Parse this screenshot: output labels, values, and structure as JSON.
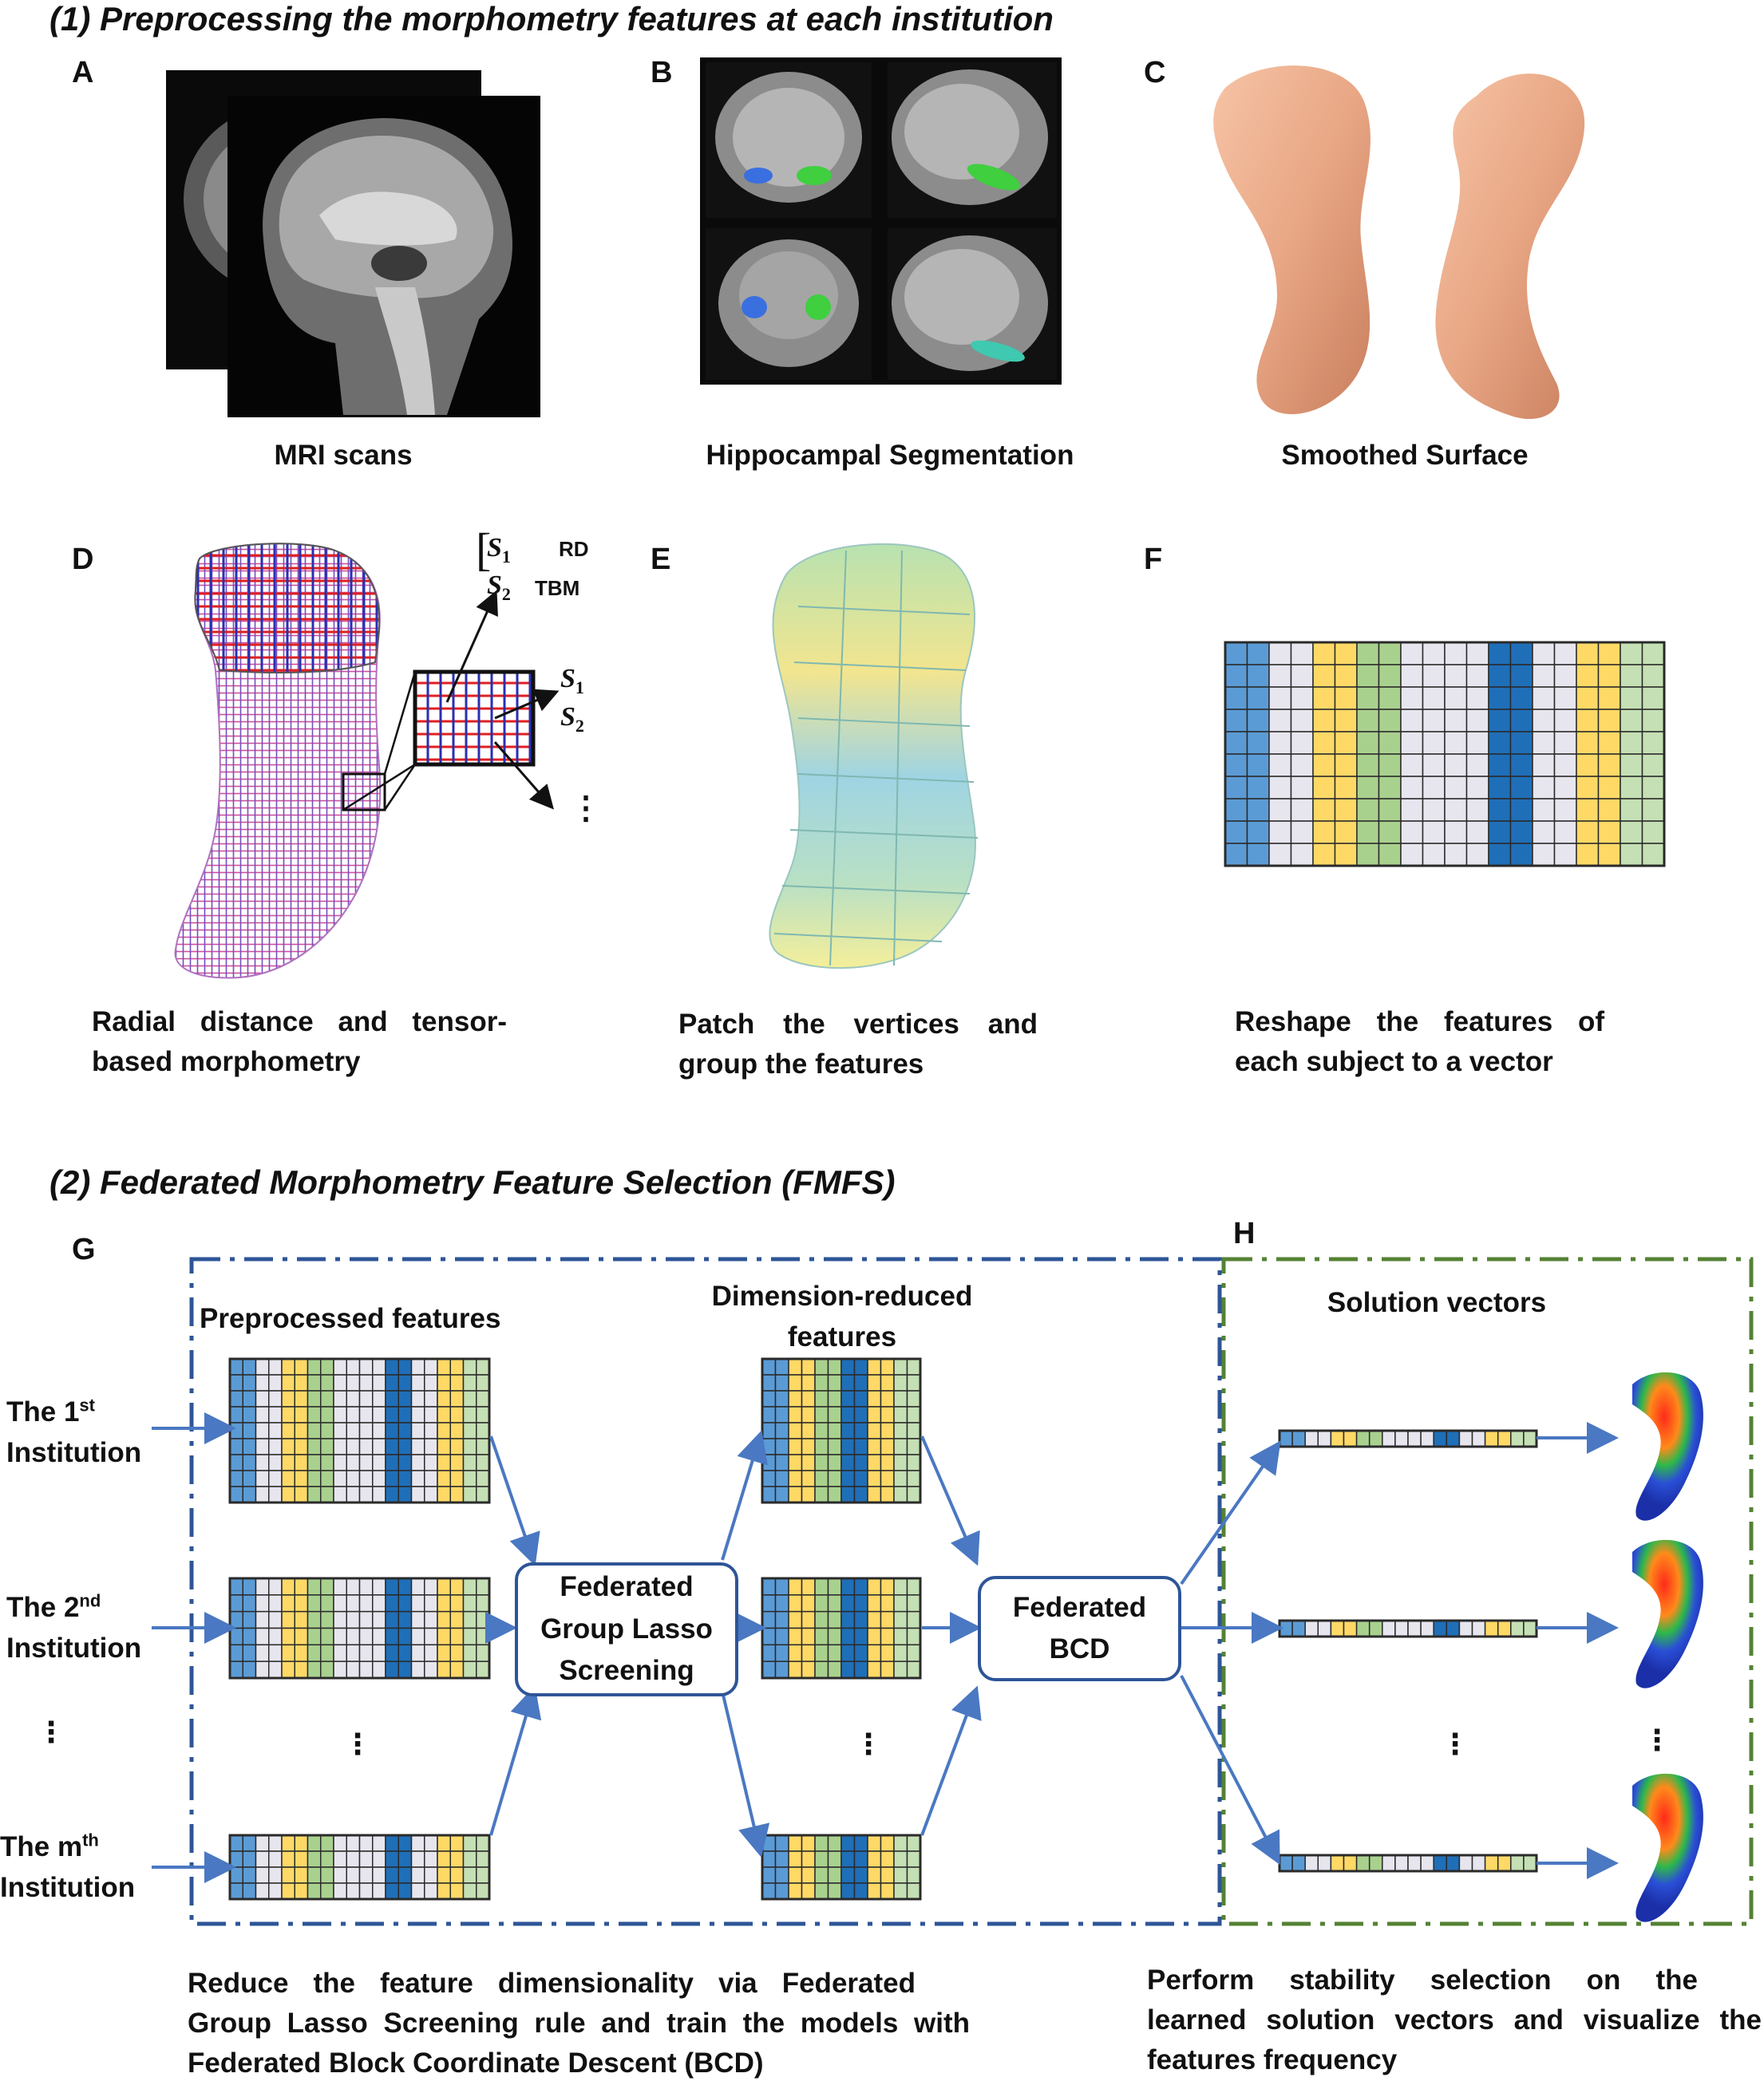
{
  "section1": {
    "title": "(1) Preprocessing the morphometry features at each institution",
    "panels": [
      {
        "letter": "A",
        "caption": "MRI scans"
      },
      {
        "letter": "B",
        "caption": "Hippocampal Segmentation"
      },
      {
        "letter": "C",
        "caption": "Smoothed Surface"
      },
      {
        "letter": "D",
        "caption_line1": "Radial distance and tensor-",
        "caption_line2": "based morphometry"
      },
      {
        "letter": "E",
        "caption_line1": "Patch the vertices and",
        "caption_line2": "group the features"
      },
      {
        "letter": "F",
        "caption_line1": "Reshape the features of",
        "caption_line2": "each subject to a vector"
      }
    ],
    "panel_d": {
      "s1": "S",
      "s1_sub": "1",
      "s2": "S",
      "s2_sub": "2",
      "rd": "RD",
      "tbm": "TBM",
      "dots": "⋮"
    }
  },
  "section2": {
    "title": "(2) Federated Morphometry Feature Selection (FMFS)",
    "panel_g": "G",
    "panel_h": "H",
    "preprocessed_label": "Preprocessed features",
    "dimension_label_line1": "Dimension-reduced",
    "dimension_label_line2": "features",
    "solution_label": "Solution vectors",
    "institutions": [
      {
        "prefix": "The 1",
        "sup": "st",
        "second": "Institution"
      },
      {
        "prefix": "The 2",
        "sup": "nd",
        "second": "Institution"
      },
      {
        "prefix": "The m",
        "sup": "th",
        "second": "Institution"
      }
    ],
    "inst_dots": "⋮",
    "screening_box": [
      "Federated",
      "Group Lasso",
      "Screening"
    ],
    "bcd_box": [
      "Federated",
      "BCD"
    ],
    "dots": "⋮",
    "caption_g": [
      "Reduce the feature dimensionality via Federated",
      "Group Lasso Screening rule and train the models with",
      "Federated Block Coordinate Descent (BCD)"
    ],
    "caption_h": [
      "Perform stability selection on the",
      "learned solution vectors and visualize the",
      "features frequency"
    ]
  },
  "colors": {
    "light_blue": "#5b9bd5",
    "dark_blue": "#1f6fb8",
    "yellow": "#ffd966",
    "green": "#a9d18e",
    "light_green": "#c5e0b4",
    "gray": "#e7e6ef",
    "frame_g": "#2e5597",
    "frame_h": "#548235",
    "arrow": "#4a78c2"
  },
  "feature_column_pattern": [
    "light_blue",
    "light_blue",
    "gray",
    "gray",
    "yellow",
    "yellow",
    "green",
    "green",
    "gray",
    "gray",
    "gray",
    "gray",
    "dark_blue",
    "dark_blue",
    "gray",
    "gray",
    "yellow",
    "yellow",
    "light_green",
    "light_green"
  ]
}
